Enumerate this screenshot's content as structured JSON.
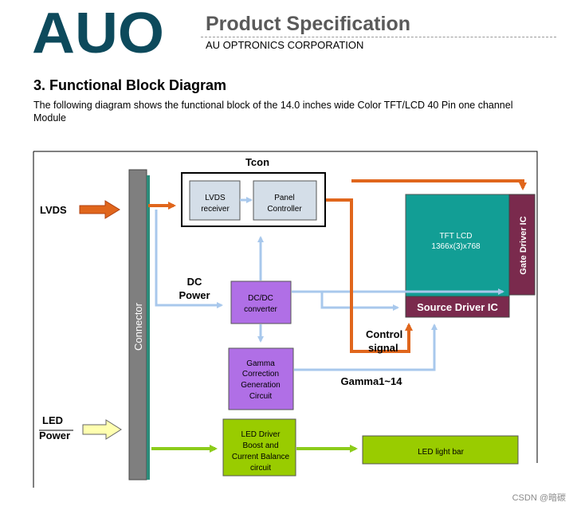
{
  "header": {
    "logo_text": "AUO",
    "title": "Product Specification",
    "company": "AU OPTRONICS CORPORATION"
  },
  "section": {
    "title": "3. Functional Block Diagram",
    "description": "The following diagram shows the functional block of the 14.0 inches wide Color TFT/LCD 40 Pin one channel Module"
  },
  "diagram": {
    "tcon_label": "Tcon",
    "lvds_receiver": [
      "LVDS",
      "receiver"
    ],
    "panel_controller": [
      "Panel",
      "Controller"
    ],
    "lvds_input": "LVDS",
    "dc_power": [
      "DC",
      "Power"
    ],
    "dc_converter": [
      "DC/DC",
      "converter"
    ],
    "gamma_block": [
      "Gamma",
      "Correction",
      "Generation",
      "Circuit"
    ],
    "gamma_label": "Gamma1~14",
    "tft_lcd": [
      "TFT LCD",
      "1366x(3)x768"
    ],
    "source_driver": "Source Driver IC",
    "gate_driver": "Gate Driver IC",
    "control_signal": [
      "Control",
      "signal"
    ],
    "connector": "Connector",
    "led_power": [
      "LED",
      "Power"
    ],
    "led_driver": [
      "LED Driver",
      "Boost and",
      "Current Balance",
      "circuit"
    ],
    "led_light_bar": "LED light bar"
  },
  "colors": {
    "logo": "#0d4a5c",
    "connector": "#7f7f7f",
    "connector_edge": "#2c8c7a",
    "tft": "#129e95",
    "driver_ic": "#7a2a4d",
    "purple_block": "#b06fe6",
    "green_block": "#99cc00",
    "green_arrow": "#8ccc1a",
    "orange": "#e0661c",
    "light_blue": "#a8c8ec",
    "led_power_arrow": "#ffffb0"
  },
  "watermark": "CSDN @暗碳"
}
